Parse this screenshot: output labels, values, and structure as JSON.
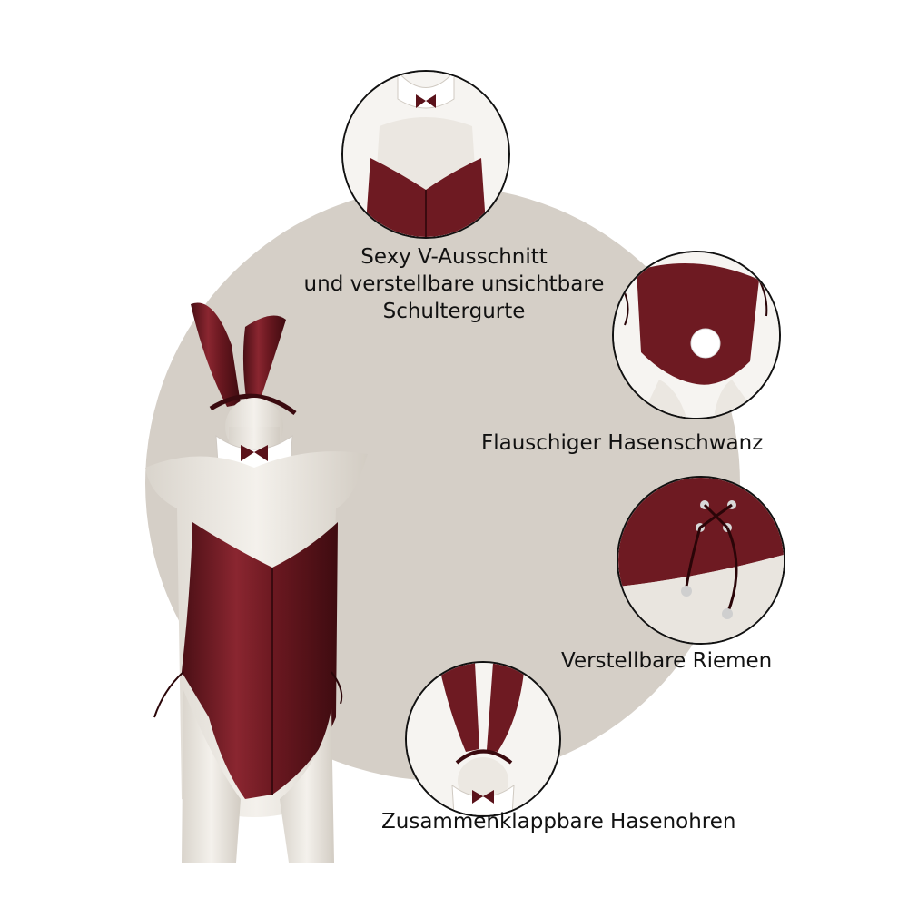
{
  "captions": {
    "neckline_line1": "Sexy V-Ausschnitt",
    "neckline_line2": "und verstellbare unsichtbare",
    "neckline_line3": "Schultergurte",
    "tail": "Flauschiger Hasenschwanz",
    "straps": "Verstellbare Riemen",
    "ears": "Zusammenklappbare Hasenohren"
  },
  "colors": {
    "background": "#ffffff",
    "accent_circle": "#d5cfc7",
    "fabric": "#6e1a22",
    "mannequin": "#eeebe6"
  }
}
